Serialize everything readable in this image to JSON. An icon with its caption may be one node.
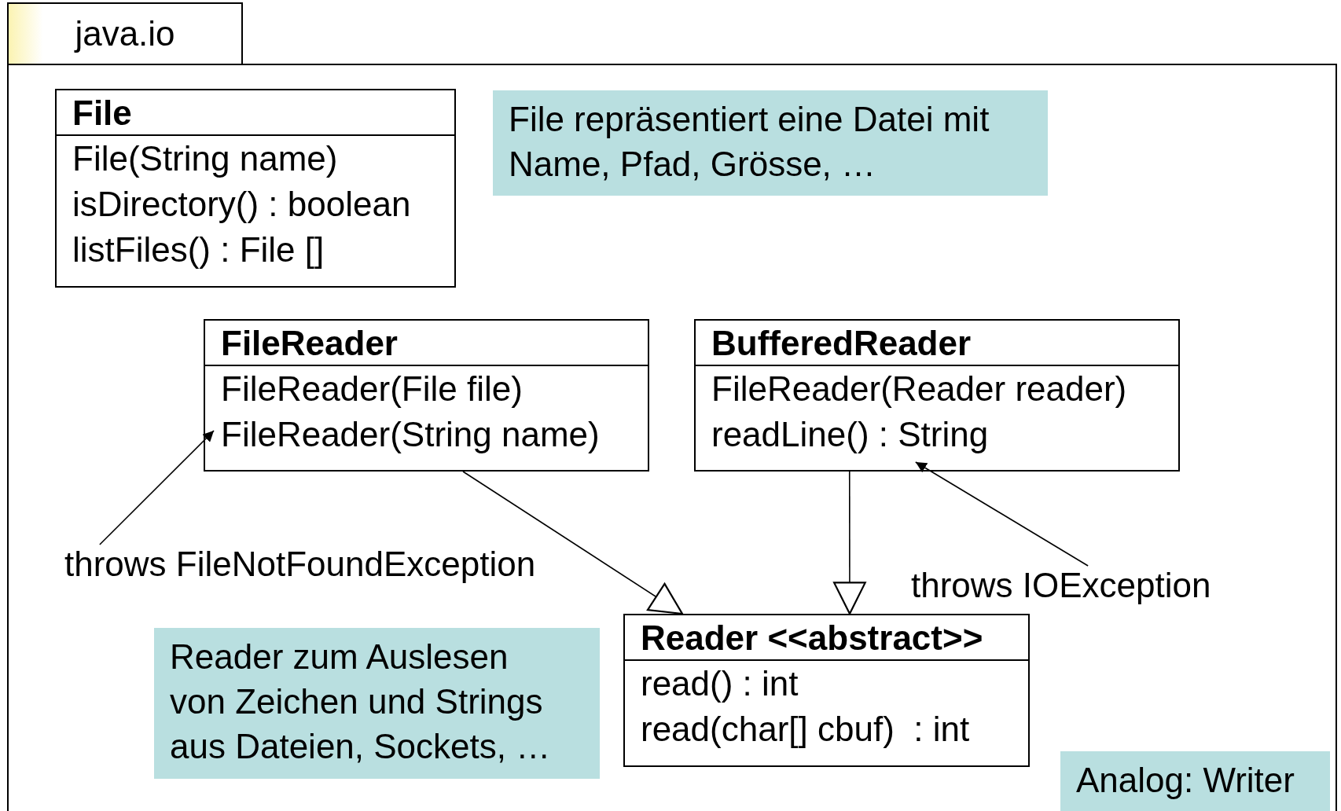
{
  "diagram": {
    "nodes": [
      {
        "text": [
          "java.io"
        ]
      },
      {
        "text": [
          "File",
          "File(String name)",
          "isDirectory() : boolean",
          "listFiles() : File []"
        ],
        "in": 0
      },
      {
        "text": [
          "File repräsentiert eine Datei mit Name, Pfad, Grösse, …"
        ],
        "in": 0
      },
      {
        "text": [
          "FileReader",
          "FileReader(File file)",
          "FileReader(String name)"
        ],
        "in": 0
      },
      {
        "text": [
          "BufferedReader",
          "FileReader(Reader reader)",
          "readLine() : String"
        ],
        "in": 0
      },
      {
        "text": [
          "throws FileNotFoundException"
        ],
        "in": 0
      },
      {
        "text": [
          "throws IOException"
        ],
        "in": 0
      },
      {
        "text": [
          "Reader <<abstract>>",
          "read() : int",
          "read(char[] cbuf)  : int"
        ],
        "in": 0
      },
      {
        "text": [
          "Reader zum Auslesen von Zeichen und Strings aus Dateien, Sockets, …"
        ],
        "in": 0
      },
      {
        "text": [
          "Analog: Writer"
        ],
        "in": 0
      }
    ],
    "edges": [
      {
        "from": 5,
        "to": 3,
        "arrow": "to"
      },
      {
        "from": 3,
        "to": 7,
        "arrow": "to"
      },
      {
        "from": 4,
        "to": 7,
        "arrow": "to"
      },
      {
        "from": 6,
        "to": 4,
        "arrow": "to"
      }
    ]
  }
}
